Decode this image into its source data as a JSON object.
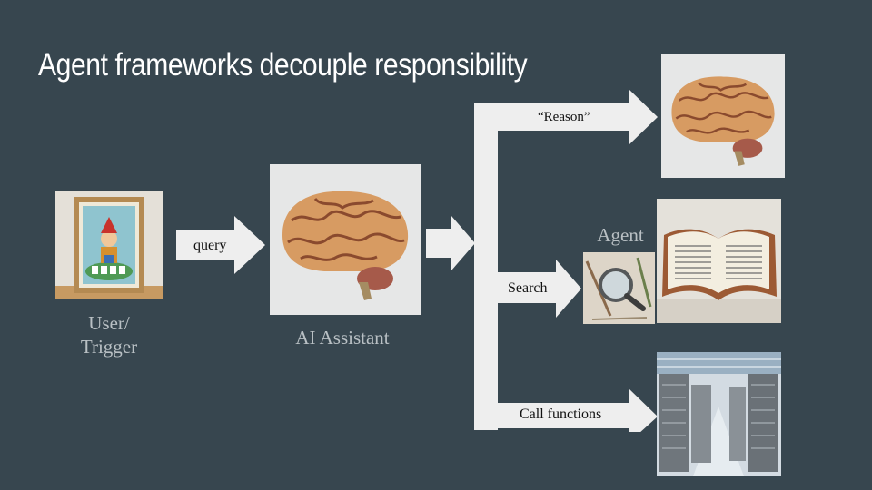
{
  "slide": {
    "title": "Agent frameworks decouple responsibility"
  },
  "user": {
    "caption_line1": "User/",
    "caption_line2": "Trigger"
  },
  "query_arrow": {
    "label": "query"
  },
  "assistant": {
    "caption": "AI Assistant"
  },
  "branches": {
    "reason_label": "“Reason”",
    "search_label": "Search",
    "call_label": "Call functions"
  },
  "agent": {
    "label": "Agent"
  },
  "colors": {
    "background": "#37464f",
    "arrow_fill": "#eeeeee",
    "caption_text": "#b9c0c4",
    "title_text": "#ffffff"
  }
}
